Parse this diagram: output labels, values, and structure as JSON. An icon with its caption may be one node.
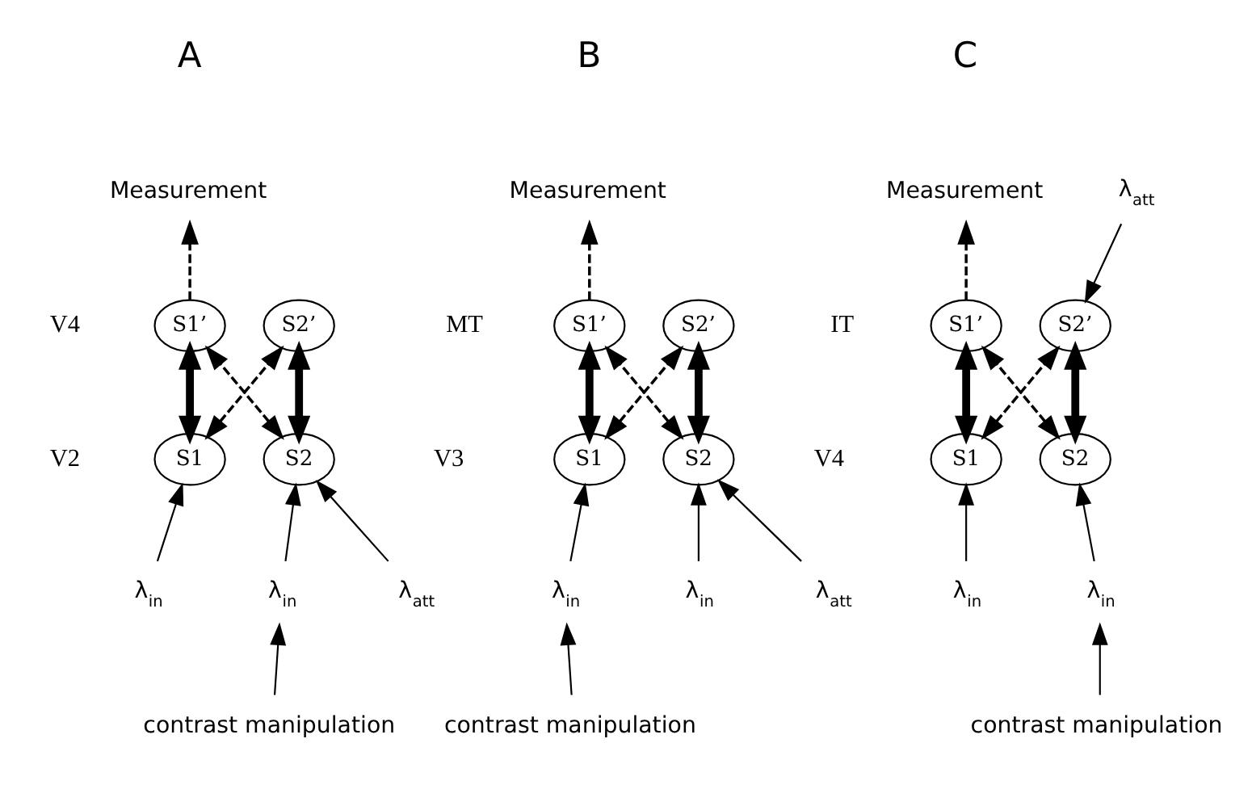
{
  "diagram": {
    "nodes": [
      {
        "text": [
          "Measurement"
        ]
      },
      {
        "text": [
          "S1’"
        ]
      },
      {
        "text": [
          "S2’"
        ]
      },
      {
        "text": [
          "S1"
        ]
      },
      {
        "text": [
          "S2"
        ]
      },
      {
        "text": [
          "λ$_{in}$"
        ]
      },
      {
        "text": [
          "λ$_{in}$"
        ]
      },
      {
        "text": [
          "λ$_{att}$"
        ]
      },
      {
        "text": [
          "contrast manipulation"
        ]
      },
      {
        "text": [
          "Measurement"
        ]
      },
      {
        "text": [
          "S1’"
        ]
      },
      {
        "text": [
          "S2’"
        ]
      },
      {
        "text": [
          "S1"
        ]
      },
      {
        "text": [
          "S2"
        ]
      },
      {
        "text": [
          "λ$_{in}$"
        ]
      },
      {
        "text": [
          "λ$_{in}$"
        ]
      },
      {
        "text": [
          "λ$_{att}$"
        ]
      },
      {
        "text": [
          "contrast manipulation"
        ]
      },
      {
        "text": [
          "Measurement"
        ]
      },
      {
        "text": [
          "λ$_{att}$"
        ]
      },
      {
        "text": [
          "S1’"
        ]
      },
      {
        "text": [
          "S2’"
        ]
      },
      {
        "text": [
          "S1"
        ]
      },
      {
        "text": [
          "S2"
        ]
      },
      {
        "text": [
          "λ$_{in}$"
        ]
      },
      {
        "text": [
          "λ$_{in}$"
        ]
      },
      {
        "text": [
          "contrast manipulation"
        ]
      }
    ],
    "edges": [
      {
        "from": 1,
        "to": 0,
        "arrow": "to",
        "style": "dashed"
      },
      {
        "from": 3,
        "to": 1,
        "arrow": "both",
        "style": "thick"
      },
      {
        "from": 4,
        "to": 2,
        "arrow": "both",
        "style": "thick"
      },
      {
        "from": 3,
        "to": 2,
        "arrow": "both",
        "style": "dashed"
      },
      {
        "from": 4,
        "to": 1,
        "arrow": "both",
        "style": "dashed"
      },
      {
        "from": 5,
        "to": 3,
        "arrow": "to"
      },
      {
        "from": 6,
        "to": 4,
        "arrow": "to"
      },
      {
        "from": 7,
        "to": 4,
        "arrow": "to"
      },
      {
        "from": 8,
        "to": 6,
        "arrow": "to"
      },
      {
        "from": 10,
        "to": 9,
        "arrow": "to",
        "style": "dashed"
      },
      {
        "from": 12,
        "to": 10,
        "arrow": "both",
        "style": "thick"
      },
      {
        "from": 13,
        "to": 11,
        "arrow": "both",
        "style": "thick"
      },
      {
        "from": 12,
        "to": 11,
        "arrow": "both",
        "style": "dashed"
      },
      {
        "from": 13,
        "to": 10,
        "arrow": "both",
        "style": "dashed"
      },
      {
        "from": 14,
        "to": 12,
        "arrow": "to"
      },
      {
        "from": 15,
        "to": 13,
        "arrow": "to"
      },
      {
        "from": 16,
        "to": 13,
        "arrow": "to"
      },
      {
        "from": 17,
        "to": 14,
        "arrow": "to"
      },
      {
        "from": 20,
        "to": 18,
        "arrow": "to",
        "style": "dashed"
      },
      {
        "from": 22,
        "to": 20,
        "arrow": "both",
        "style": "thick"
      },
      {
        "from": 23,
        "to": 21,
        "arrow": "both",
        "style": "thick"
      },
      {
        "from": 22,
        "to": 21,
        "arrow": "both",
        "style": "dashed"
      },
      {
        "from": 23,
        "to": 20,
        "arrow": "both",
        "style": "dashed"
      },
      {
        "from": 24,
        "to": 22,
        "arrow": "to"
      },
      {
        "from": 25,
        "to": 23,
        "arrow": "to"
      },
      {
        "from": 19,
        "to": 21,
        "arrow": "to"
      },
      {
        "from": 26,
        "to": 25,
        "arrow": "to"
      }
    ],
    "labels": [
      "A",
      "V4",
      "V2",
      "B",
      "MT",
      "V3",
      "C",
      "IT",
      "V4"
    ]
  }
}
